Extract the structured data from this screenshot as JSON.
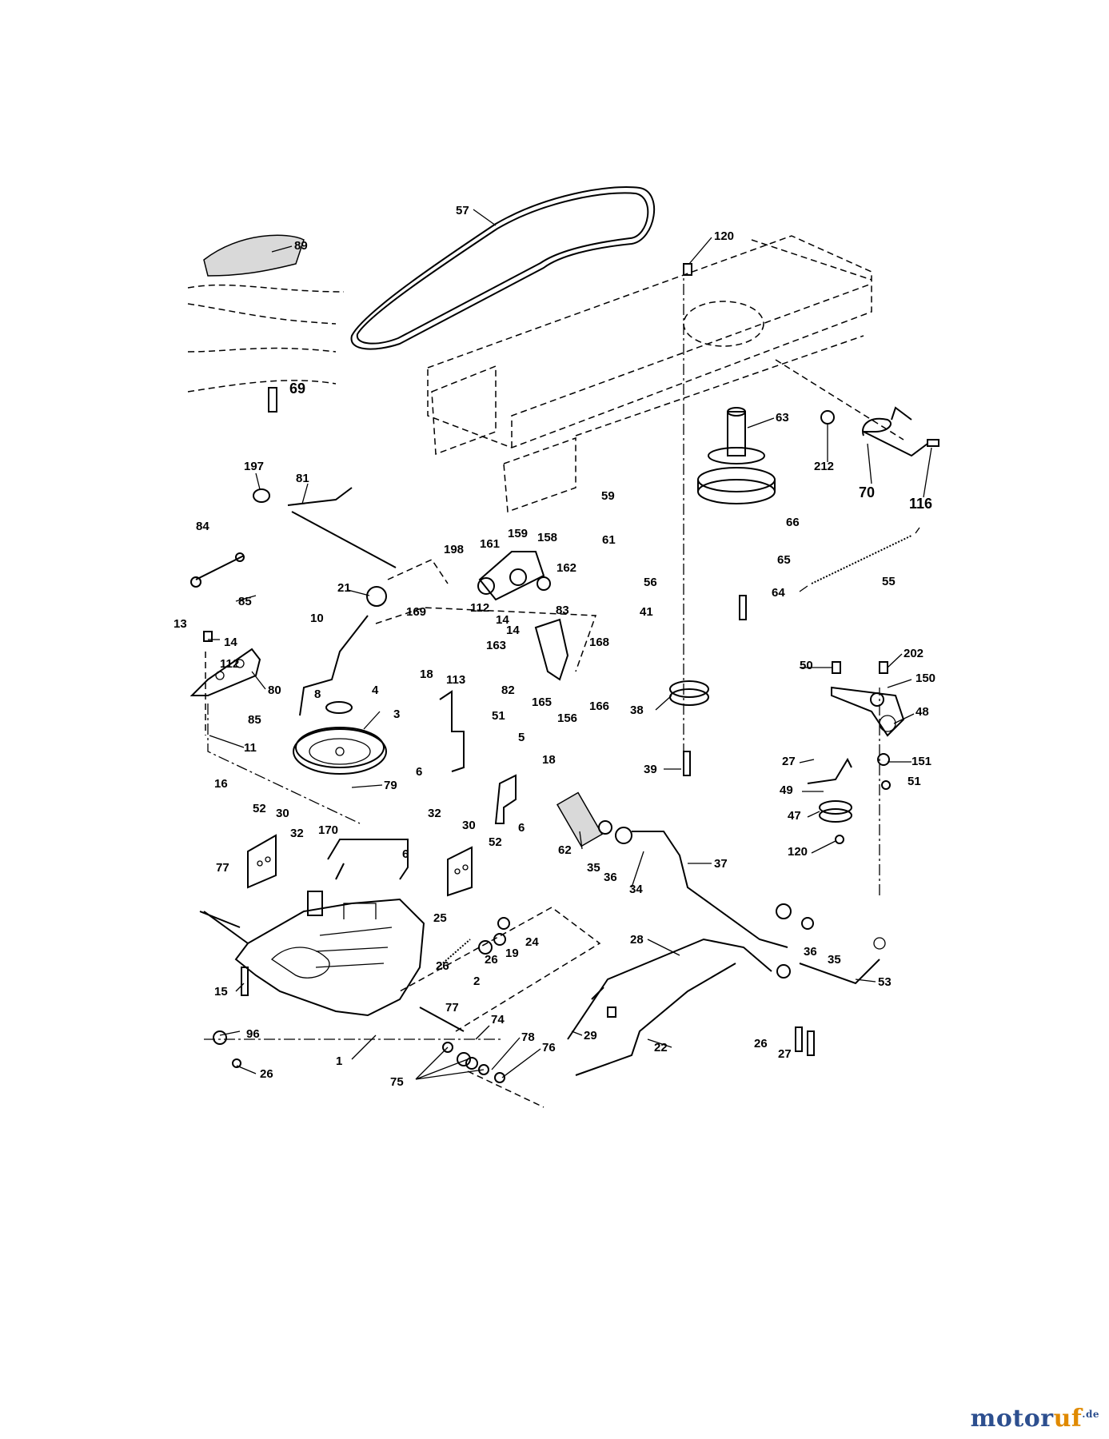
{
  "diagram": {
    "labels": [
      "57",
      "89",
      "120",
      "69",
      "63",
      "212",
      "70",
      "116",
      "197",
      "81",
      "59",
      "84",
      "61",
      "66",
      "198",
      "161",
      "159",
      "158",
      "85",
      "21",
      "162",
      "65",
      "55",
      "10",
      "169",
      "112",
      "14",
      "56",
      "64",
      "13",
      "14",
      "83",
      "41",
      "163",
      "168",
      "8",
      "14",
      "112",
      "80",
      "18",
      "113",
      "82",
      "165",
      "156",
      "166",
      "4",
      "51",
      "202",
      "50",
      "150",
      "38",
      "48",
      "85",
      "3",
      "5",
      "18",
      "11",
      "6",
      "27",
      "151",
      "39",
      "51",
      "16",
      "79",
      "49",
      "62",
      "47",
      "52",
      "30",
      "32",
      "30",
      "6",
      "32",
      "170",
      "120",
      "52",
      "77",
      "6",
      "35",
      "36",
      "34",
      "37",
      "25",
      "24",
      "19",
      "26",
      "26",
      "36",
      "35",
      "2",
      "15",
      "28",
      "53",
      "77",
      "74",
      "96",
      "29",
      "78",
      "76",
      "22",
      "26",
      "27",
      "1",
      "26",
      "75"
    ],
    "watermark": {
      "part1": "motor",
      "part2": "uf",
      "tld": ".de"
    }
  }
}
